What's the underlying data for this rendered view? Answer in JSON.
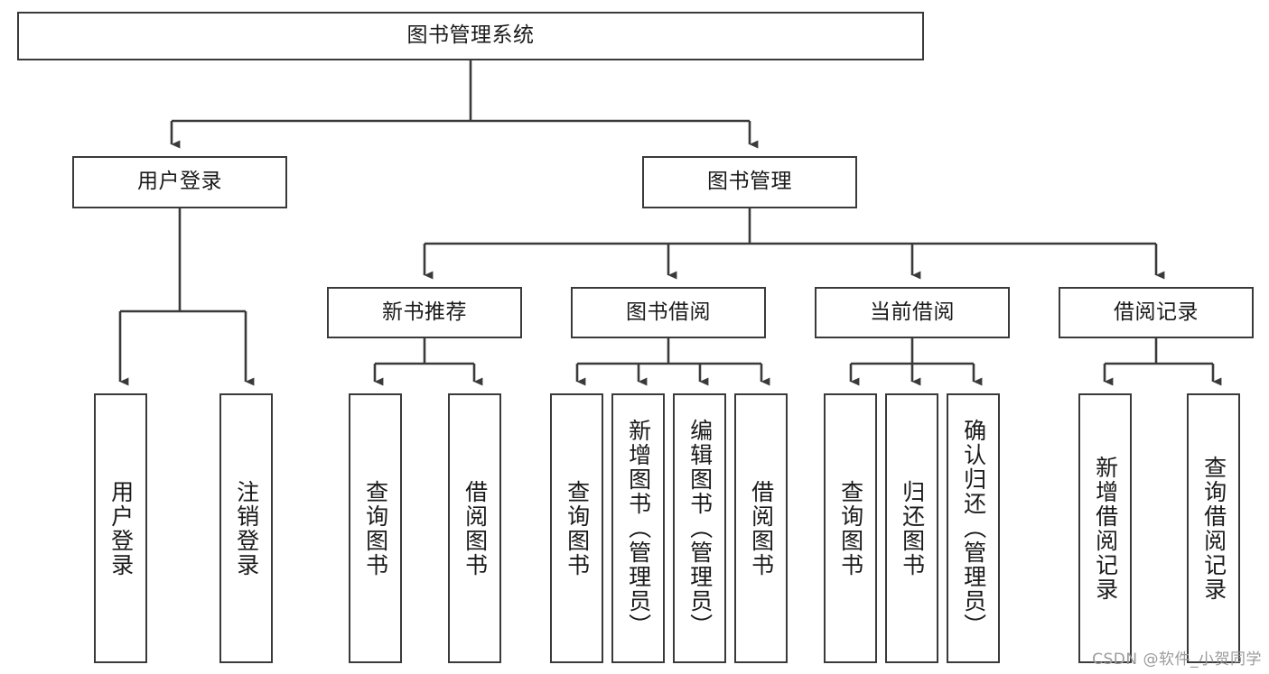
{
  "diagram": {
    "title": "图书管理系统",
    "type": "tree-hierarchy-diagram",
    "levels": {
      "root": {
        "label": "图书管理系统"
      },
      "level2": [
        {
          "label": "用户登录"
        },
        {
          "label": "图书管理"
        }
      ],
      "level3": [
        {
          "label": "新书推荐"
        },
        {
          "label": "图书借阅"
        },
        {
          "label": "当前借阅"
        },
        {
          "label": "借阅记录"
        }
      ],
      "leaves_user_login": [
        {
          "label": "用户登录"
        },
        {
          "label": "注销登录"
        }
      ],
      "leaves_new_book": [
        {
          "label": "查询图书"
        },
        {
          "label": "借阅图书"
        }
      ],
      "leaves_borrow": [
        {
          "label": "查询图书"
        },
        {
          "label": "新增图书（管理员）"
        },
        {
          "label": "编辑图书（管理员）"
        },
        {
          "label": "借阅图书"
        }
      ],
      "leaves_current": [
        {
          "label": "查询图书"
        },
        {
          "label": "归还图书"
        },
        {
          "label": "确认归还（管理员）"
        }
      ],
      "leaves_records": [
        {
          "label": "新增借阅记录"
        },
        {
          "label": "查询借阅记录"
        }
      ]
    },
    "watermark": "CSDN @软件_小贺同学",
    "colors": {
      "stroke": "#3a3a3a",
      "fill": "#ffffff",
      "text": "#1a1a1a",
      "watermark": "#9b9b9b"
    }
  }
}
